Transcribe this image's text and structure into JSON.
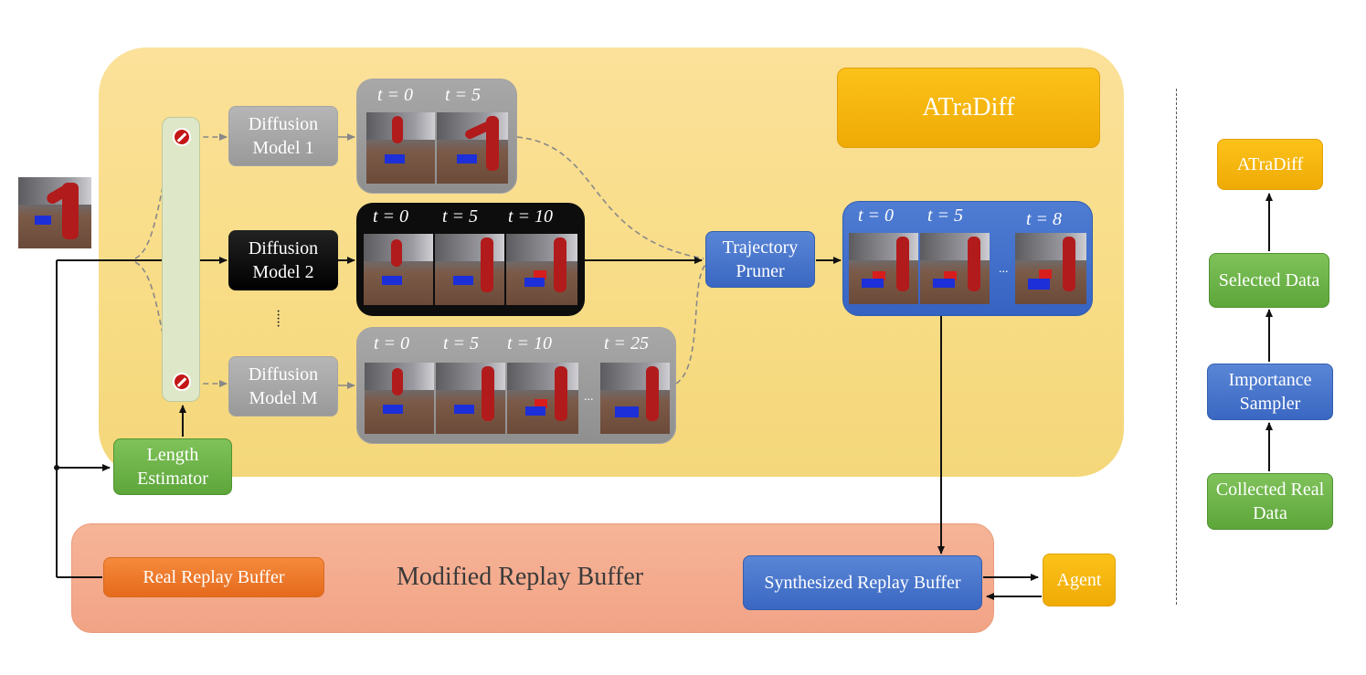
{
  "atradiff_title": "ATraDiff",
  "models": [
    {
      "label": "Diffusion Model 1",
      "times": [
        "t = 0",
        "t = 5"
      ]
    },
    {
      "label": "Diffusion Model 2",
      "times": [
        "t = 0",
        "t = 5",
        "t = 10"
      ]
    },
    {
      "label": "Diffusion Model M",
      "times": [
        "t = 0",
        "t = 5",
        "t = 10",
        "t = 25"
      ]
    }
  ],
  "length_estimator": "Length Estimator",
  "trajectory_pruner": "Trajectory Pruner",
  "output_times": [
    "t = 0",
    "t = 5",
    "t = 8"
  ],
  "replay": {
    "title": "Modified Replay Buffer",
    "real": "Real Replay Buffer",
    "synth": "Synthesized Replay Buffer"
  },
  "agent": "Agent",
  "right_flow": {
    "top": "ATraDiff",
    "selected": "Selected Data",
    "sampler": "Importance Sampler",
    "collected": "Collected Real Data"
  },
  "ellipsis": "...",
  "colors": {
    "accent_gold": "#f5b50f",
    "blue": "#4472c4",
    "green": "#70ad47",
    "orange": "#ed7d31",
    "grey": "#a6a6a6"
  }
}
